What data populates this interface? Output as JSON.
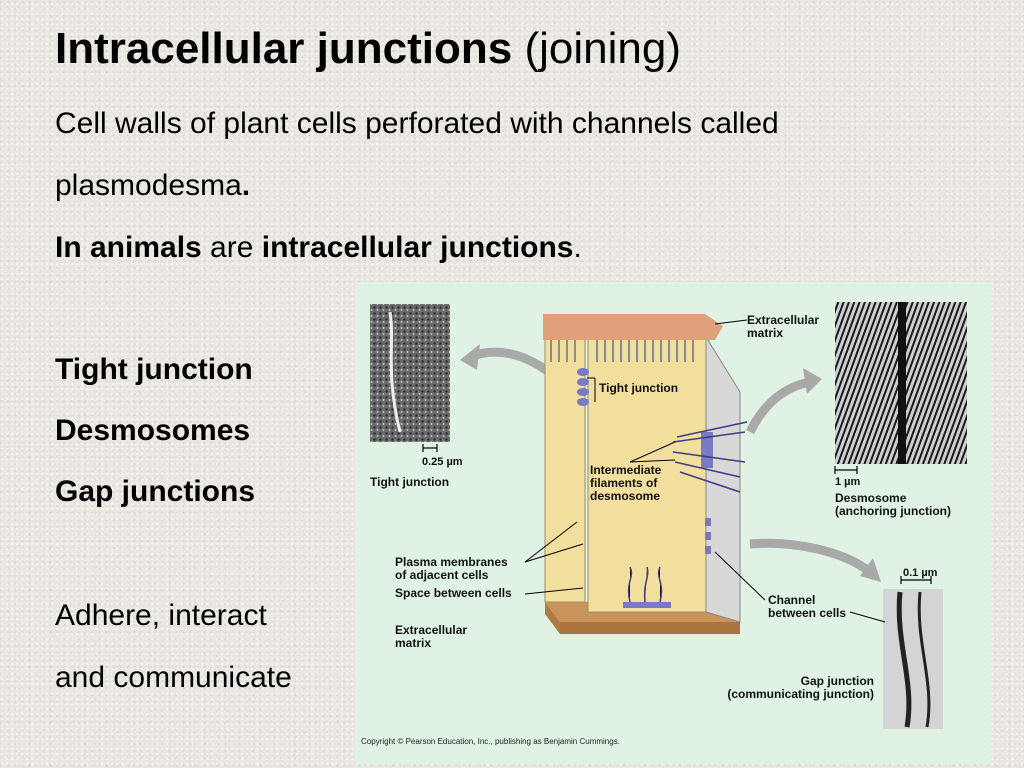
{
  "slide": {
    "title_bold": "Intracellular junctions",
    "title_normal": "(joining)",
    "line1": "Cell walls of plant cells perforated with channels called",
    "line2_text": "plasmodesma",
    "line2_dot": ".",
    "line3_bold1": "In animals",
    "line3_mid": " are ",
    "line3_bold2": "intracellular junctions",
    "line3_end": ".",
    "list": [
      "Tight junction",
      "Desmosomes",
      "Gap junctions"
    ],
    "closing": [
      "Adhere, interact",
      "and communicate"
    ]
  },
  "figure": {
    "labels": {
      "extracellular_top": [
        "Extracellular",
        "matrix"
      ],
      "tight_junction_inner": "Tight junction",
      "intermediate": [
        "Intermediate",
        "filaments of",
        "desmosome"
      ],
      "plasma": [
        "Plasma membranes",
        "of adjacent cells"
      ],
      "space": "Space between cells",
      "extracellular_bottom": [
        "Extracellular",
        "matrix"
      ],
      "channel": [
        "Channel",
        "between cells"
      ],
      "tight_caption": "Tight junction",
      "desmosome_caption": [
        "Desmosome",
        "(anchoring junction)"
      ],
      "gap_caption": [
        "Gap junction",
        "(communicating junction)"
      ]
    },
    "scales": {
      "tight": "0.25 µm",
      "desmosome": "1 µm",
      "gap": "0.1 µm"
    },
    "copyright": "Copyright © Pearson Education, Inc., publishing as Benjamin Cummings."
  }
}
